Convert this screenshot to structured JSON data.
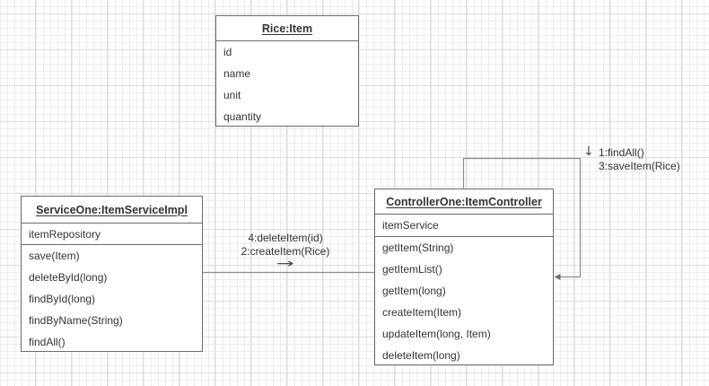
{
  "diagram": {
    "type": "uml-object-diagram",
    "boxes": {
      "rice": {
        "title": "Rice:Item",
        "attributes": [
          "id",
          "name",
          "unit",
          "quantity"
        ]
      },
      "service": {
        "title": "ServiceOne:ItemServiceImpl",
        "field": "itemRepository",
        "methods": [
          "save(Item)",
          "deleteById(long)",
          "findById(long)",
          "findByName(String)",
          "findAll()"
        ]
      },
      "controller": {
        "title": "ControllerOne:ItemController",
        "field": "itemService",
        "methods": [
          "getItem(String)",
          "getItemList()",
          "getItem(long)",
          "createItem(Item)",
          "updateItem(long, Item)",
          "deleteItem(long)"
        ]
      }
    },
    "edges": {
      "service_to_controller": {
        "label_line1": "4:deleteItem(id)",
        "label_line2": "2:createItem(Rice)",
        "direction_icon": "→"
      },
      "controller_self_loop": {
        "label_line1": "1:findAll()",
        "label_line2": "3:saveItem(Rice)",
        "direction_icon": "↓"
      }
    },
    "colors": {
      "box_border": "#6b6b6b",
      "connector": "#8c8c8c",
      "text": "#333333",
      "background": "#ffffff",
      "grid_minor": "#ececec",
      "grid_major": "#dcdcdc"
    }
  }
}
